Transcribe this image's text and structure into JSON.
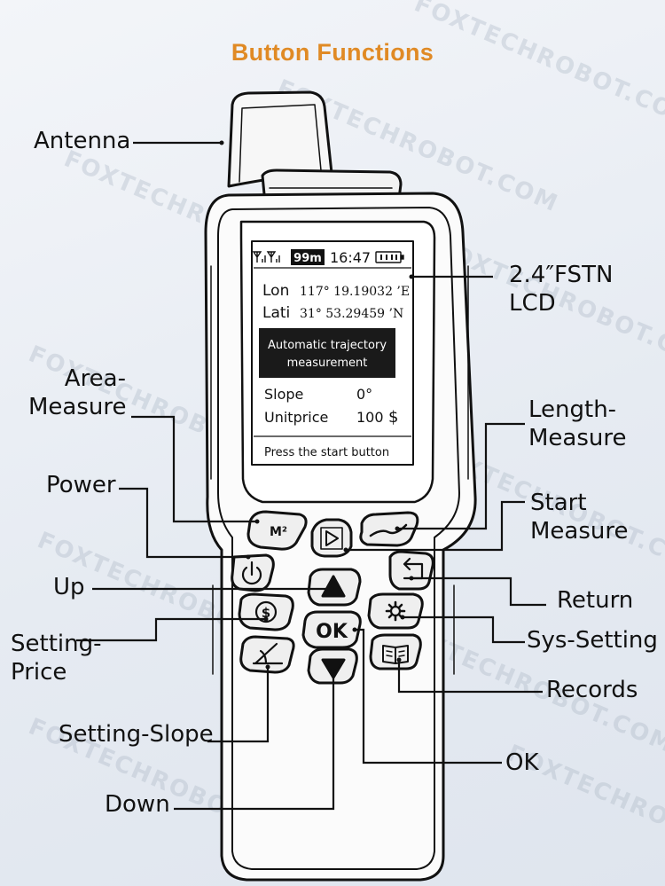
{
  "title": "Button Functions",
  "watermark": "FOXTECHROBOT.COM",
  "labels": {
    "antenna": "Antenna",
    "lcd": "2.4″FSTN\nLCD",
    "area_measure": "Area-\nMeasure",
    "length_measure": "Length-\nMeasure",
    "power": "Power",
    "start_measure": "Start\nMeasure",
    "up": "Up",
    "return": "Return",
    "setting_price": "Setting-\nPrice",
    "sys_setting": "Sys-Setting",
    "records": "Records",
    "setting_slope": "Setting-Slope",
    "ok": "OK",
    "down": "Down"
  },
  "screen": {
    "status_time": "16:47",
    "status_badge": "99m",
    "lon_label": "Lon",
    "lon_value": "117° 19.19032 ’E",
    "lat_label": "Lati",
    "lat_value": "31° 53.29459 ’N",
    "banner_line1": "Automatic trajectory",
    "banner_line2": "measurement",
    "slope_label": "Slope",
    "slope_value": "0°",
    "unitprice_label": "Unitprice",
    "unitprice_value": "100",
    "currency": "$",
    "footer": "Press the start button"
  },
  "buttons": {
    "area_key": "M²",
    "ok_key": "OK"
  },
  "colors": {
    "title": "#e08a25",
    "line": "#111111",
    "banner_bg": "#1a1a1a"
  }
}
